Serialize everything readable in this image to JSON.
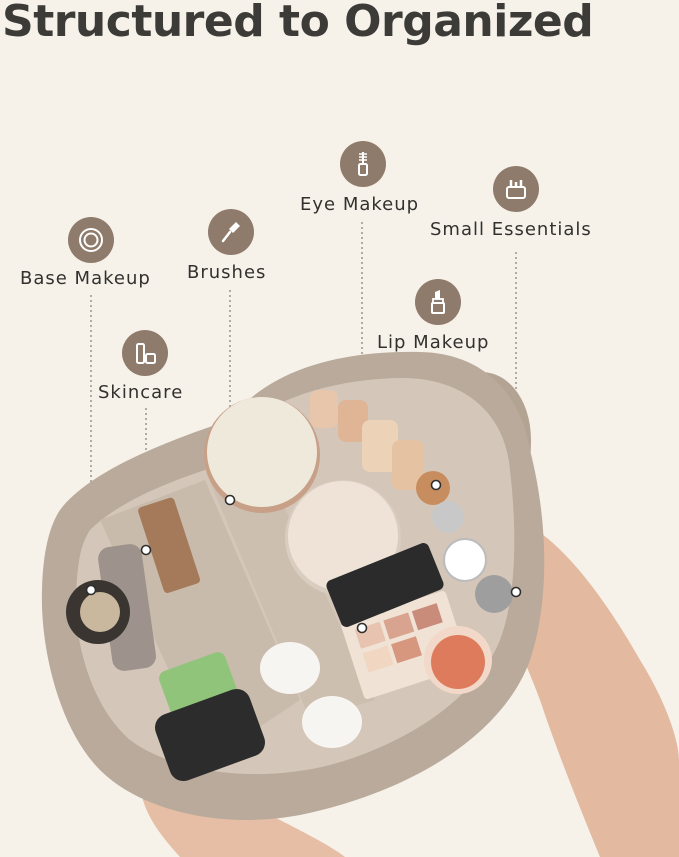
{
  "headline": "Structured to Organized",
  "colors": {
    "background": "#f6f2ea",
    "badge": "#8f7b6b",
    "bag": "#b9aa9b",
    "text": "#33312e"
  },
  "callouts": [
    {
      "label": "Base Makeup",
      "icon": "compact-icon"
    },
    {
      "label": "Brushes",
      "icon": "brush-icon"
    },
    {
      "label": "Eye Makeup",
      "icon": "mascara-icon"
    },
    {
      "label": "Small Essentials",
      "icon": "pen-cup-icon"
    },
    {
      "label": "Skincare",
      "icon": "bottle-jar-icon"
    },
    {
      "label": "Lip Makeup",
      "icon": "lipstick-icon"
    }
  ]
}
